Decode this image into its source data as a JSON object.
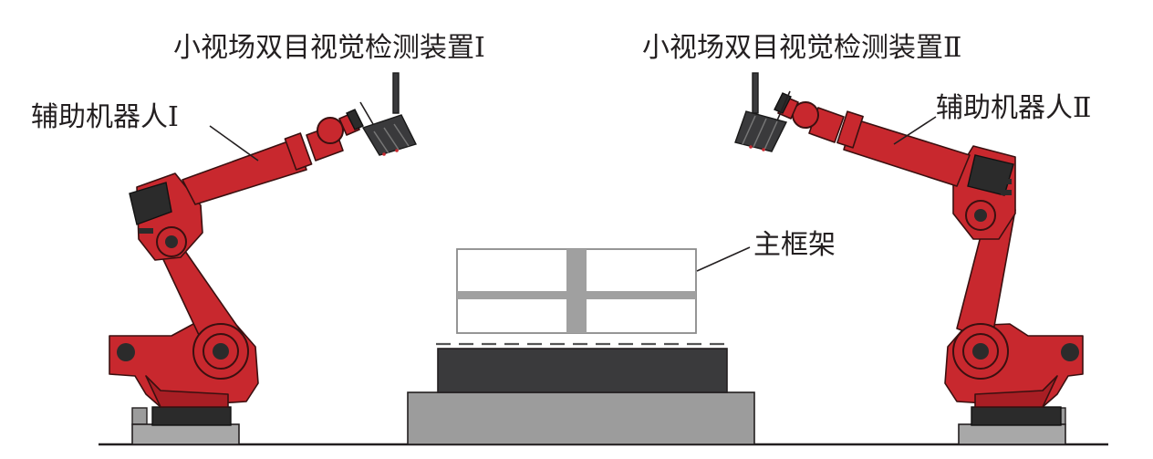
{
  "labels": {
    "camera_1": "小视场双目视觉检测装置Ⅰ",
    "camera_2": "小视场双目视觉检测装置Ⅱ",
    "robot_1": "辅助机器人Ⅰ",
    "robot_2": "辅助机器人Ⅱ",
    "main_frame": "主框架"
  },
  "colors": {
    "robot_red": "#c8282e",
    "robot_dark": "#2b2b2b",
    "frame_gray": "#a0a0a0",
    "table_top": "#3a3a3c",
    "table_base": "#9c9c9c"
  }
}
